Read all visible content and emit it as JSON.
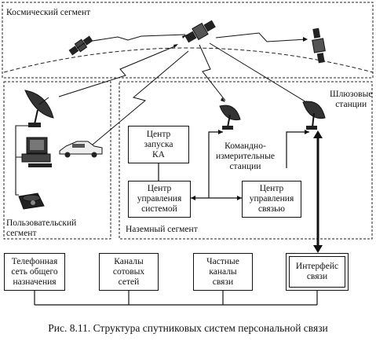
{
  "segments": {
    "space": "Космический сегмент",
    "user": "Пользовательский\nсегмент",
    "ground": "Наземный сегмент"
  },
  "labels": {
    "gateway": "Шлюзовые\nстанции",
    "command": "Командно-\nизмерительные\nстанции"
  },
  "boxes": {
    "launch": "Центр\nзапуска\nКА",
    "system_ctrl": "Центр\nуправления\nсистемой",
    "comm_ctrl": "Центр\nуправления\nсвязью",
    "phone_net": "Телефонная\nсеть общего\nназначения",
    "cellular": "Каналы\nсотовых\nсетей",
    "private": "Частные\nканалы\nсвязи",
    "interface": "Интерфейс\nсвязи"
  },
  "caption": "Рис. 8.11. Структура спутниковых систем персональной связи"
}
